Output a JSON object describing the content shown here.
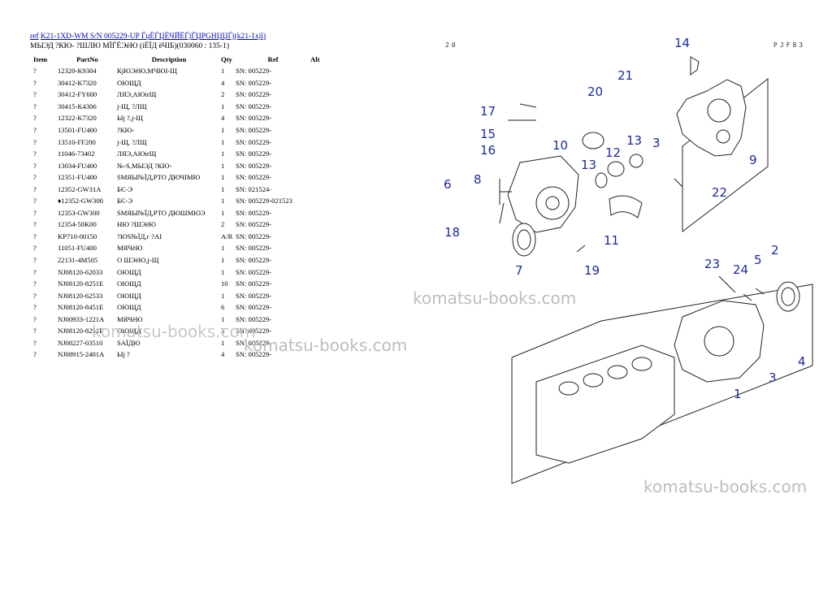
{
  "header": {
    "ref_label": "ref",
    "link_text": "K21-1XD-WM S/N 005229-UP ЃџЁЃЏЁЧЙЁЃјЃЏPGHЏЏЃј(k21-1xjl)",
    "subtitle": "МЫЭД ?КЮ- ?ШЛЮ МЇЃЁЭёЮ (іЁЇД ёЧІБ)(030060 : 135-1)"
  },
  "table": {
    "columns": [
      "Item",
      "PartNo",
      "Description",
      "Qty",
      "Ref",
      "Alt"
    ],
    "rows": [
      {
        "item": "?",
        "part": "12320-K9304",
        "desc": "КјЮЭёЮ,МЧЮІ-Щ",
        "qty": "1",
        "ref": "SN: 005229-",
        "alt": ""
      },
      {
        "item": "?",
        "part": "30412-K7320",
        "desc": "ОЮЩД",
        "qty": "4",
        "ref": "SN: 005229-",
        "alt": ""
      },
      {
        "item": "?",
        "part": "30412-FY600",
        "desc": "ЛЯЭ,АЮirЩ",
        "qty": "2",
        "ref": "SN: 005229-",
        "alt": ""
      },
      {
        "item": "?",
        "part": "30415-K4306",
        "desc": "j-Щ, ?ЛЩ",
        "qty": "1",
        "ref": "SN: 005229-",
        "alt": ""
      },
      {
        "item": "?",
        "part": "12322-K7320",
        "desc": "Ыj ?,j-Щ",
        "qty": "4",
        "ref": "SN: 005229-",
        "alt": ""
      },
      {
        "item": "?",
        "part": "13501-FU400",
        "desc": "?КЮ-",
        "qty": "1",
        "ref": "SN: 005229-",
        "alt": ""
      },
      {
        "item": "?",
        "part": "13510-FF200",
        "desc": "j-Щ, ?ЛЩ",
        "qty": "1",
        "ref": "SN: 005229-",
        "alt": ""
      },
      {
        "item": "?",
        "part": "11046-73402",
        "desc": "ЛЯЭ,АЮirЩ",
        "qty": "1",
        "ref": "SN: 005229-",
        "alt": ""
      },
      {
        "item": "?",
        "part": "13034-FU400",
        "desc": "№-S,МЫЭД ?КЮ-",
        "qty": "1",
        "ref": "SN: 005229-",
        "alt": ""
      },
      {
        "item": "?",
        "part": "12351-FU400",
        "desc": "SМЯЫ№ЇД,РТО ДЮЧІМЮ",
        "qty": "1",
        "ref": "SN: 005229-",
        "alt": ""
      },
      {
        "item": "?",
        "part": "12352-GW31A",
        "desc": "БЄ-Э",
        "qty": "1",
        "ref": "SN: 021524-",
        "alt": ""
      },
      {
        "item": "?",
        "part": "♦12352-GW300",
        "desc": "БЄ-Э",
        "qty": "1",
        "ref": "SN: 005229-021523",
        "alt": ""
      },
      {
        "item": "?",
        "part": "12353-GW300",
        "desc": "SМЯЫ№ЇД,РТО ДЮШМЮЭ",
        "qty": "1",
        "ref": "SN: 005229-",
        "alt": ""
      },
      {
        "item": "?",
        "part": "12354-50K00",
        "desc": "НЮ ?ШЭёЮ",
        "qty": "2",
        "ref": "SN: 005229-",
        "alt": ""
      },
      {
        "item": "?",
        "part": "KP710-00150",
        "desc": "?ЮЅ№ЇД,г ?АІ",
        "qty": "A/R",
        "ref": "SN: 005229-",
        "alt": ""
      },
      {
        "item": "?",
        "part": "11051-FU400",
        "desc": "МЯЧёЮ",
        "qty": "1",
        "ref": "SN: 005229-",
        "alt": ""
      },
      {
        "item": "?",
        "part": "22131-4M505",
        "desc": "О ШЭёЮ,j-Щ",
        "qty": "1",
        "ref": "SN: 005229-",
        "alt": ""
      },
      {
        "item": "?",
        "part": "NJ08120-62033",
        "desc": "ОЮЩД",
        "qty": "1",
        "ref": "SN: 005229-",
        "alt": ""
      },
      {
        "item": "?",
        "part": "NJ08120-8251E",
        "desc": "ОЮЩД",
        "qty": "10",
        "ref": "SN: 005229-",
        "alt": ""
      },
      {
        "item": "?",
        "part": "NJ08120-62533",
        "desc": "ОЮЩД",
        "qty": "1",
        "ref": "SN: 005229-",
        "alt": ""
      },
      {
        "item": "?",
        "part": "NJ08120-8451E",
        "desc": "ОЮЩД",
        "qty": "6",
        "ref": "SN: 005229-",
        "alt": ""
      },
      {
        "item": "?",
        "part": "NJ00933-1221A",
        "desc": "МЯЧёЮ",
        "qty": "1",
        "ref": "SN: 005229-",
        "alt": ""
      },
      {
        "item": "?",
        "part": "NJ08120-8251E",
        "desc": "ОЮЩД",
        "qty": "3",
        "ref": "SN: 005229-",
        "alt": ""
      },
      {
        "item": "?",
        "part": "NJ08227-03510",
        "desc": "SАЇДЮ",
        "qty": "1",
        "ref": "SN: 005229-",
        "alt": ""
      },
      {
        "item": "?",
        "part": "NJ08915-2401A",
        "desc": "Ыj ?",
        "qty": "4",
        "ref": "SN: 005229-",
        "alt": ""
      }
    ]
  },
  "watermarks": [
    "komatsu-books.com",
    "komatsu-books.com",
    "komatsu-books.com",
    "komatsu-books.com"
  ],
  "diagram": {
    "code_left": "20",
    "code_right": "PJF83",
    "callouts": [
      "14",
      "21",
      "20",
      "17",
      "15",
      "16",
      "10",
      "12",
      "13",
      "3",
      "9",
      "6",
      "8",
      "13",
      "22",
      "18",
      "11",
      "7",
      "19",
      "23",
      "24",
      "5",
      "2",
      "4",
      "3",
      "1"
    ],
    "callout_color": "#1a2aa0"
  }
}
